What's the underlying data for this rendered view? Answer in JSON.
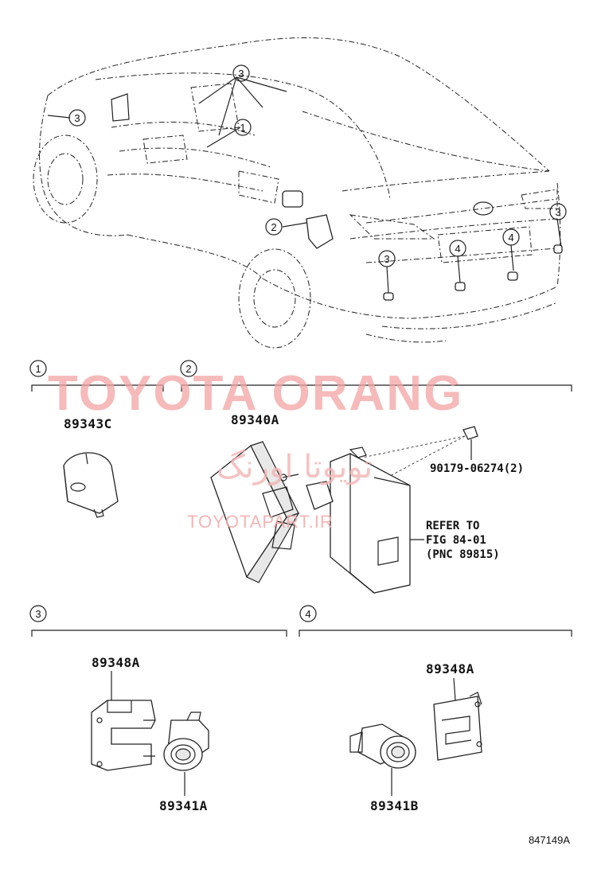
{
  "callouts": {
    "one": "1",
    "two": "2",
    "three": "3",
    "four": "4"
  },
  "parts": {
    "p89343C": "89343C",
    "p89340A": "89340A",
    "p90179": "90179-06274(2)",
    "refer_line1": "REFER TO",
    "refer_line2": "FIG 84-01",
    "refer_line3": "(PNC 89815)",
    "p89348A_left": "89348A",
    "p89341A": "89341A",
    "p89348A_right": "89348A",
    "p89341B": "89341B"
  },
  "watermark": {
    "brand": "TOYOTA ORANG",
    "persian": "تویوتا اورنگ",
    "url": "TOYOTAPART.IR"
  },
  "figure_number": "847149A",
  "colors": {
    "watermark": "#f3a3a3",
    "line": "#222222"
  }
}
